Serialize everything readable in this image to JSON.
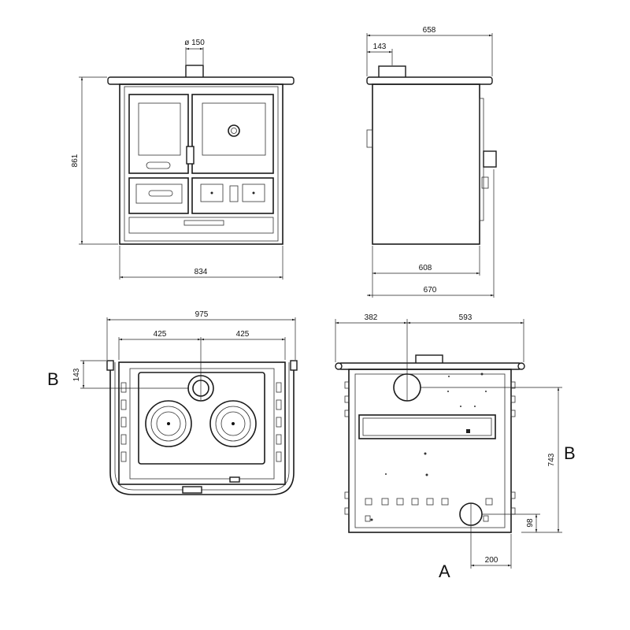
{
  "front_view": {
    "flue_diameter": "ø 150",
    "height": "861",
    "width": "834"
  },
  "side_view": {
    "total_depth": "658",
    "flue_offset": "143",
    "body_depth": "608",
    "overall_depth": "670"
  },
  "top_view": {
    "total_width": "975",
    "left_span": "425",
    "right_span": "425",
    "flue_offset": "143",
    "label": "B"
  },
  "rear_view": {
    "left_offset": "382",
    "right_offset": "593",
    "flue_height": "743",
    "inlet_height": "98",
    "inlet_offset": "200",
    "label_b": "B",
    "label_a": "A"
  }
}
